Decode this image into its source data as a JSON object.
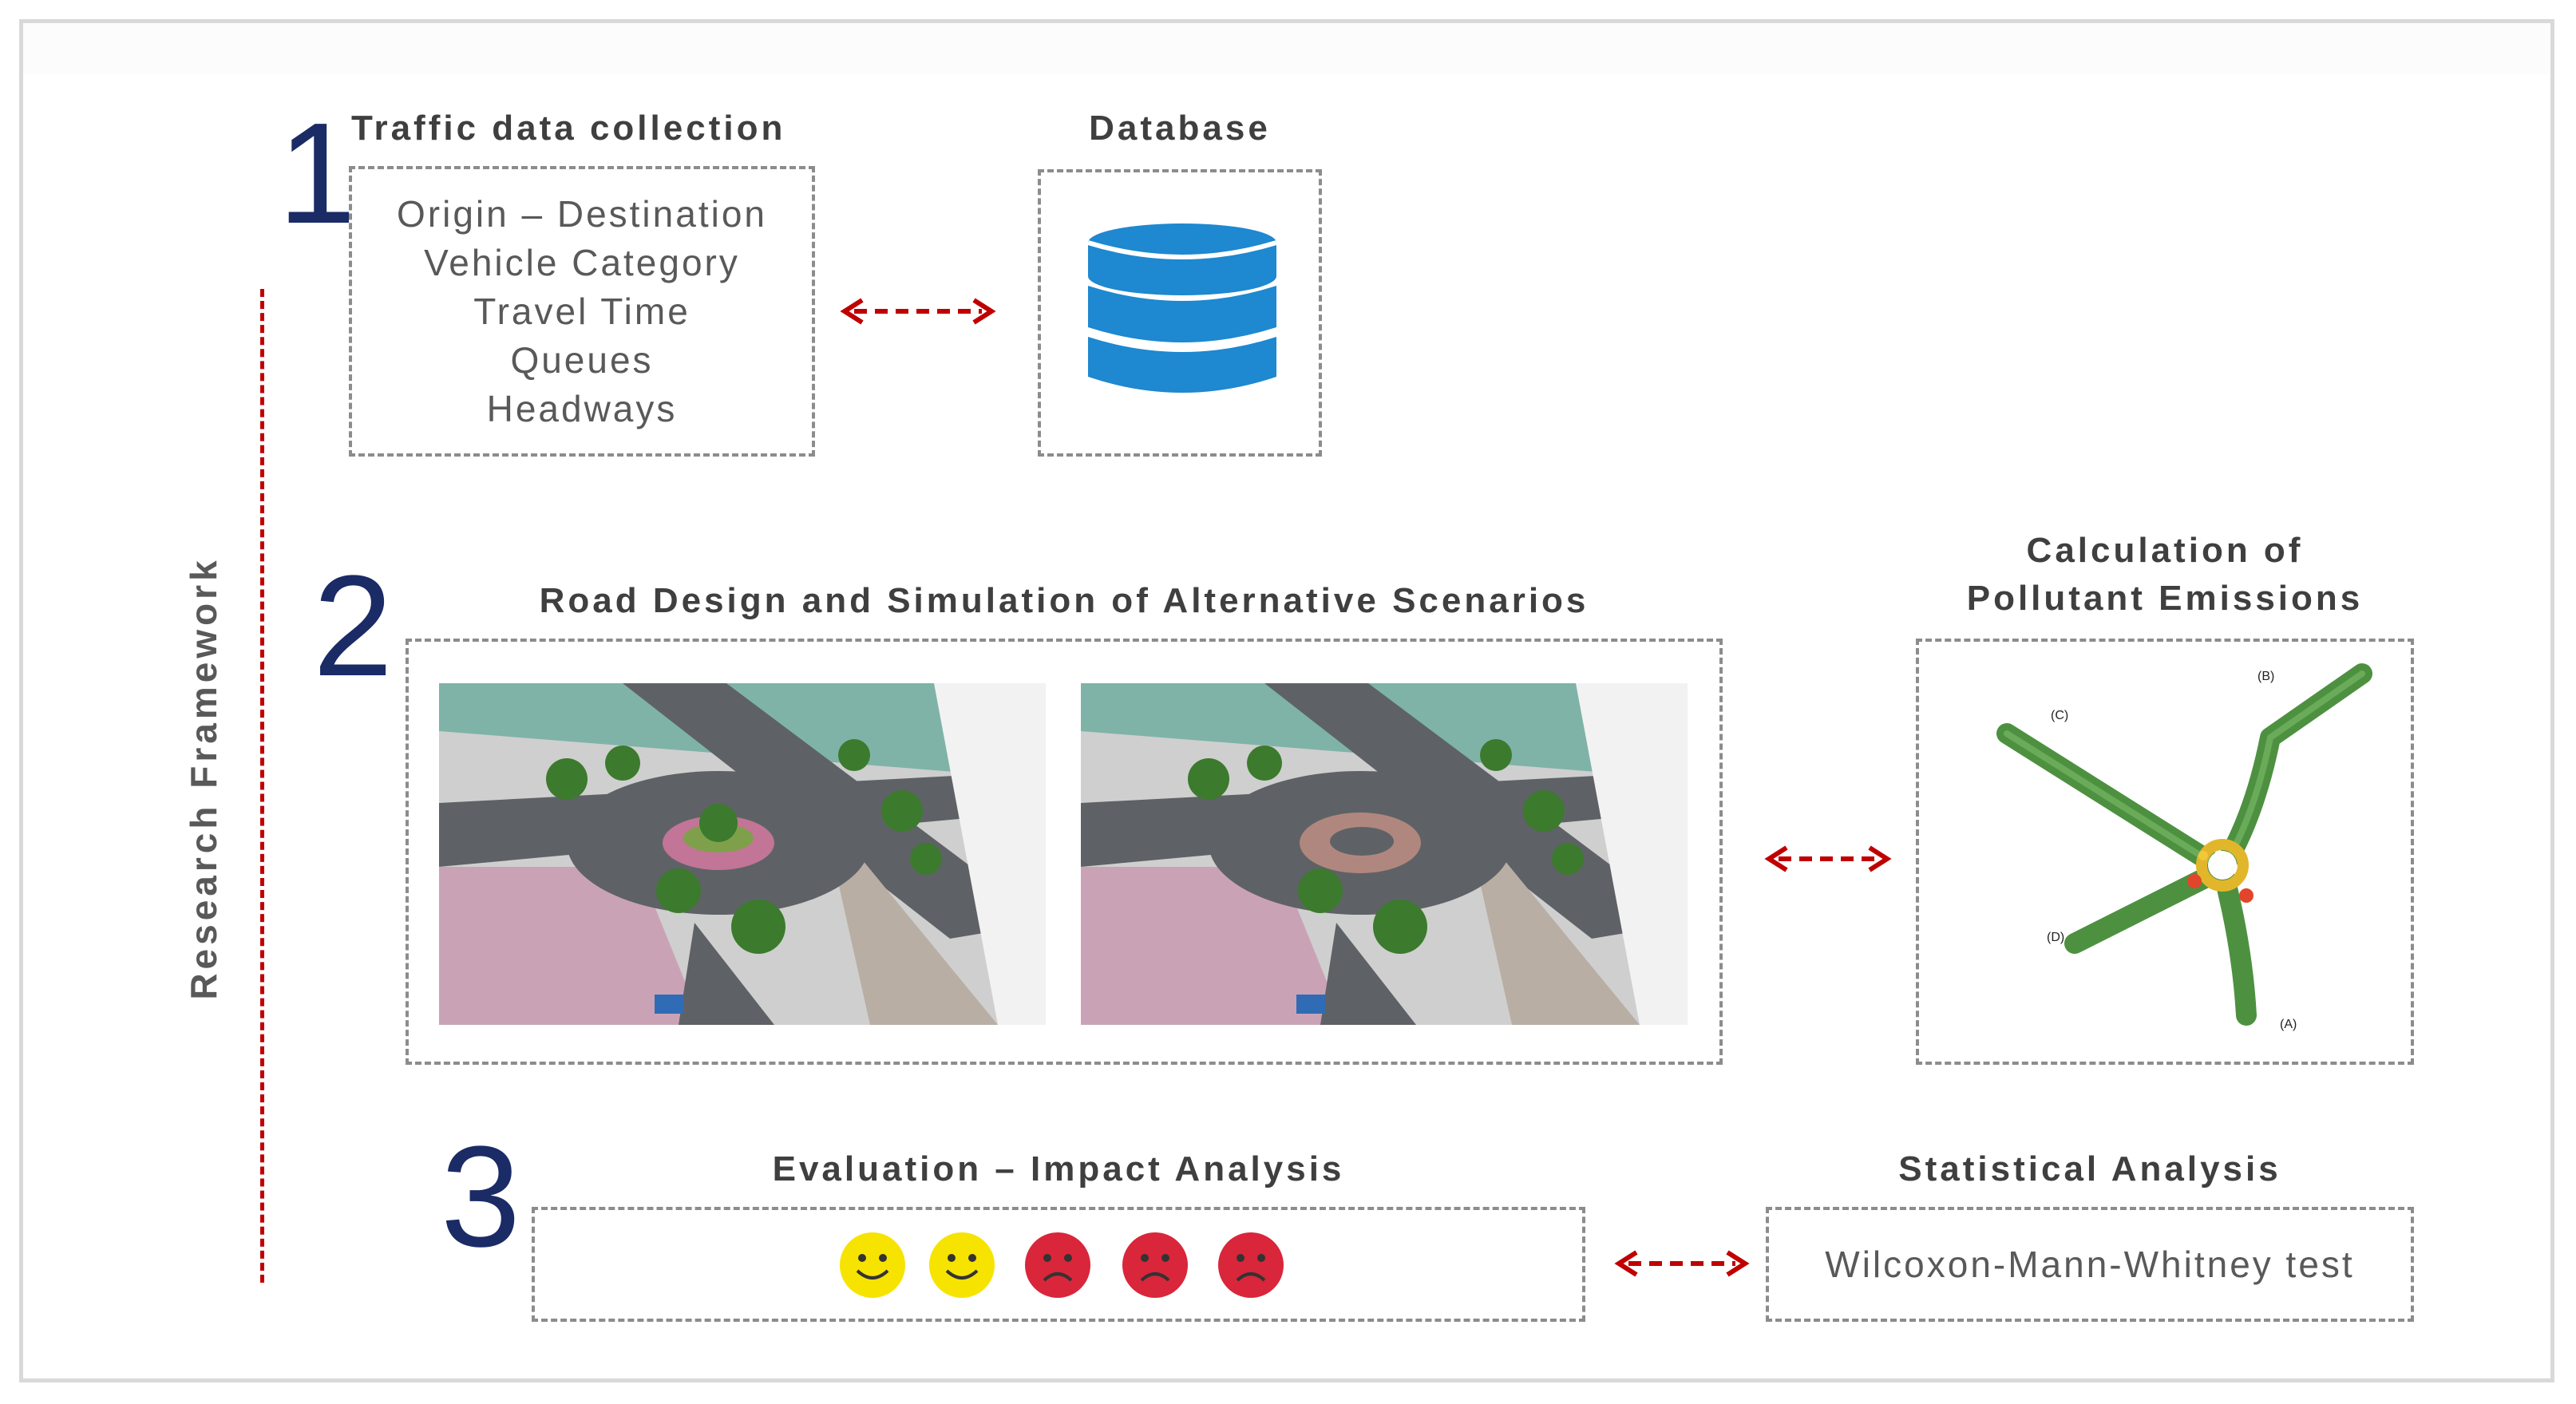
{
  "diagram": {
    "side_label": "Research Framework",
    "step1": {
      "number": "1",
      "title": "Traffic data collection",
      "items": [
        "Origin – Destination",
        "Vehicle Category",
        "Travel Time",
        "Queues",
        "Headways"
      ]
    },
    "database": {
      "title": "Database",
      "icon": "database-icon",
      "color": "#1e88d0"
    },
    "step2": {
      "number": "2",
      "title": "Road Design and Simulation of Alternative Scenarios",
      "scenario_images": [
        "roundabout-scenario-1",
        "roundabout-scenario-2"
      ]
    },
    "emissions": {
      "title_line1": "Calculation of",
      "title_line2": "Pollutant Emissions",
      "map_labels": [
        "(A)",
        "(B)",
        "(C)",
        "(D)"
      ]
    },
    "step3": {
      "number": "3",
      "title": "Evaluation – Impact Analysis",
      "faces": [
        "happy",
        "happy",
        "sad",
        "sad",
        "sad"
      ]
    },
    "statistical": {
      "title": "Statistical Analysis",
      "test": "Wilcoxon-Mann-Whitney test"
    },
    "colors": {
      "number": "#1a2b66",
      "arrow": "#c00000",
      "happy_face": "#f7e300",
      "sad_face": "#d9263a",
      "road": "#4d9140"
    }
  }
}
